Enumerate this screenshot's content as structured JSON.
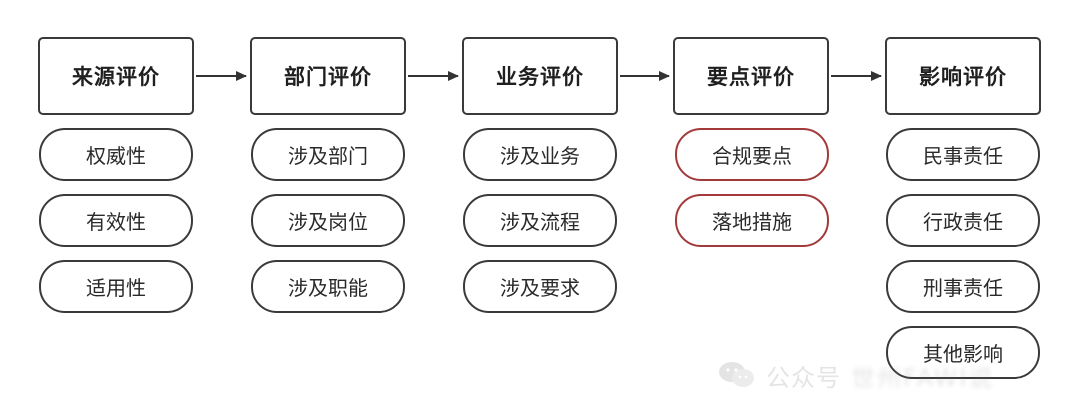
{
  "stages": [
    {
      "title": "来源评价",
      "items": [
        {
          "text": "权威性",
          "highlight": false
        },
        {
          "text": "有效性",
          "highlight": false
        },
        {
          "text": "适用性",
          "highlight": false
        }
      ]
    },
    {
      "title": "部门评价",
      "items": [
        {
          "text": "涉及部门",
          "highlight": false
        },
        {
          "text": "涉及岗位",
          "highlight": false
        },
        {
          "text": "涉及职能",
          "highlight": false
        }
      ]
    },
    {
      "title": "业务评价",
      "items": [
        {
          "text": "涉及业务",
          "highlight": false
        },
        {
          "text": "涉及流程",
          "highlight": false
        },
        {
          "text": "涉及要求",
          "highlight": false
        }
      ]
    },
    {
      "title": "要点评价",
      "items": [
        {
          "text": "合规要点",
          "highlight": true
        },
        {
          "text": "落地措施",
          "highlight": true
        }
      ]
    },
    {
      "title": "影响评价",
      "items": [
        {
          "text": "民事责任",
          "highlight": false
        },
        {
          "text": "行政责任",
          "highlight": false
        },
        {
          "text": "刑事责任",
          "highlight": false
        },
        {
          "text": "其他影响",
          "highlight": false
        }
      ]
    }
  ],
  "watermark": {
    "label": "公众号",
    "account": "世州FAWI说"
  },
  "colors": {
    "border": "#3a3a3a",
    "highlight_border": "#a33a3a",
    "arrow": "#333333"
  }
}
